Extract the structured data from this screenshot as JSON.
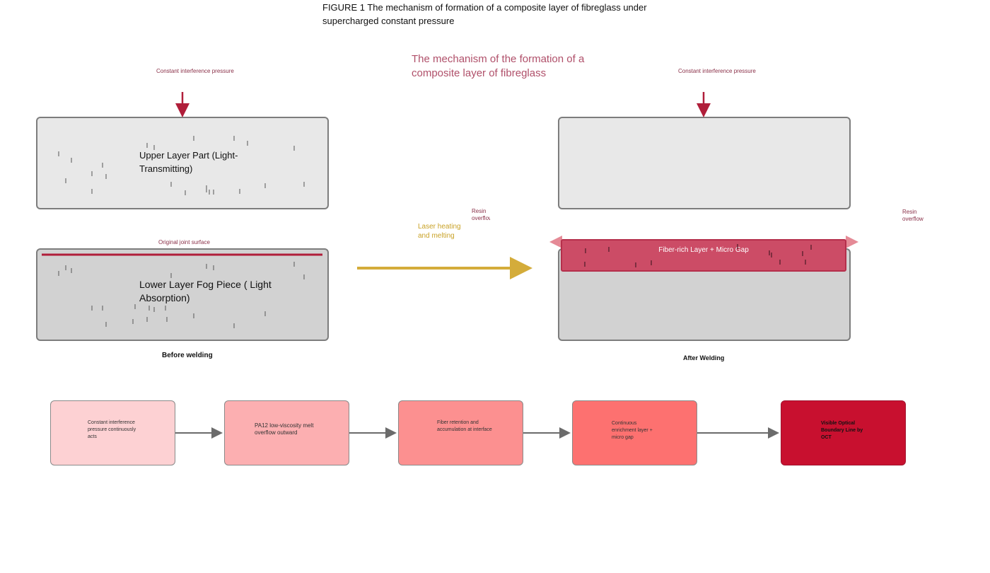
{
  "figure": {
    "caption": "FIGURE 1 The mechanism of formation of a composite layer of fibreglass under supercharged constant pressure",
    "title": "The mechanism of the formation of a composite layer of fibreglass"
  },
  "before": {
    "pressure_label": "Constant interference pressure",
    "upper_title": "Upper Layer Part (Light-Transmitting)",
    "joint_label": "Original joint surface",
    "lower_title": "Lower Layer Fog Piece ( Light Absorption)",
    "caption": "Before welding"
  },
  "process": {
    "laser_label": "Laser heating and melting",
    "resin_label_left": "Resin overflow",
    "resin_label_right": "Resin overflow"
  },
  "after": {
    "pressure_label": "Constant interference pressure",
    "fiber_layer_label": "Fiber-rich Layer + Micro Gap",
    "caption": "After Welding"
  },
  "steps": [
    {
      "label": "Constant interference pressure continuously acts",
      "color": "#fdd1d3"
    },
    {
      "label": "PA12 low-viscosity melt overflow outward",
      "color": "#fcafb1"
    },
    {
      "label": "Fiber retention and accumulation at interface",
      "color": "#fc9090"
    },
    {
      "label": "Continuous enrichment layer + micro gap",
      "color": "#fd7170"
    },
    {
      "label": "Visible Optical Boundary Line by OCT",
      "color": "#c8102f"
    }
  ],
  "colors": {
    "pressure_arrow": "#b01e3a",
    "joint_line": "#b01e3a",
    "laser_arrow": "#d4ac3a",
    "flow_arrow": "#6b6b6b",
    "box_border": "#7d7d7d"
  }
}
